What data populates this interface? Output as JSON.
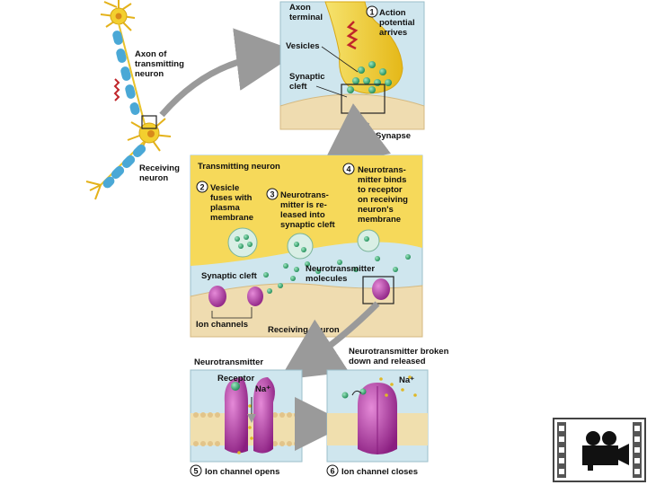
{
  "colors": {
    "axon": "#f2d22a",
    "myelin": "#4aa8d6",
    "vesicle": "#2fa36b",
    "ion_channel": "#b02fa1",
    "membrane_bg": "#f5e7b8",
    "cleft_bg": "#cfe6ee",
    "arrow": "#9a9a9a"
  },
  "panel1": {
    "axon_label": [
      "Axon of",
      "transmitting",
      "neuron"
    ],
    "receiving_label": [
      "Receiving",
      "neuron"
    ]
  },
  "panel2": {
    "axon_terminal_label": [
      "Axon",
      "terminal"
    ],
    "step1_num": "1",
    "step1_label": [
      "Action",
      "potential",
      "arrives"
    ],
    "vesicles_label": "Vesicles",
    "cleft_label": [
      "Synaptic",
      "cleft"
    ],
    "synapse_label": "Synapse"
  },
  "panel3": {
    "title": "Transmitting neuron",
    "step2_num": "2",
    "step2_label": [
      "Vesicle",
      "fuses with",
      "plasma",
      "membrane"
    ],
    "step3_num": "3",
    "step3_label": [
      "Neurotrans-",
      "mitter is re-",
      "leased into",
      "synaptic cleft"
    ],
    "step4_num": "4",
    "step4_label": [
      "Neurotrans-",
      "mitter binds",
      "to receptor",
      "on receiving",
      "neuron's",
      "membrane"
    ],
    "cleft_label": "Synaptic cleft",
    "nt_molecules_label": [
      "Neurotransmitter",
      "molecules"
    ],
    "ion_channels_label": "Ion channels",
    "receiving_label": "Receiving neuron"
  },
  "panel4": {
    "nt_label": "Neurotransmitter",
    "receptor_label": "Receptor",
    "na_label": "Na⁺",
    "step5_num": "5",
    "step5_label": "Ion channel opens"
  },
  "panel5": {
    "broken_label": [
      "Neurotransmitter broken",
      "down and released"
    ],
    "na_label": "Na⁺",
    "step6_num": "6",
    "step6_label": "Ion channel closes"
  },
  "video_button": {
    "icon": "film-camera-icon"
  }
}
